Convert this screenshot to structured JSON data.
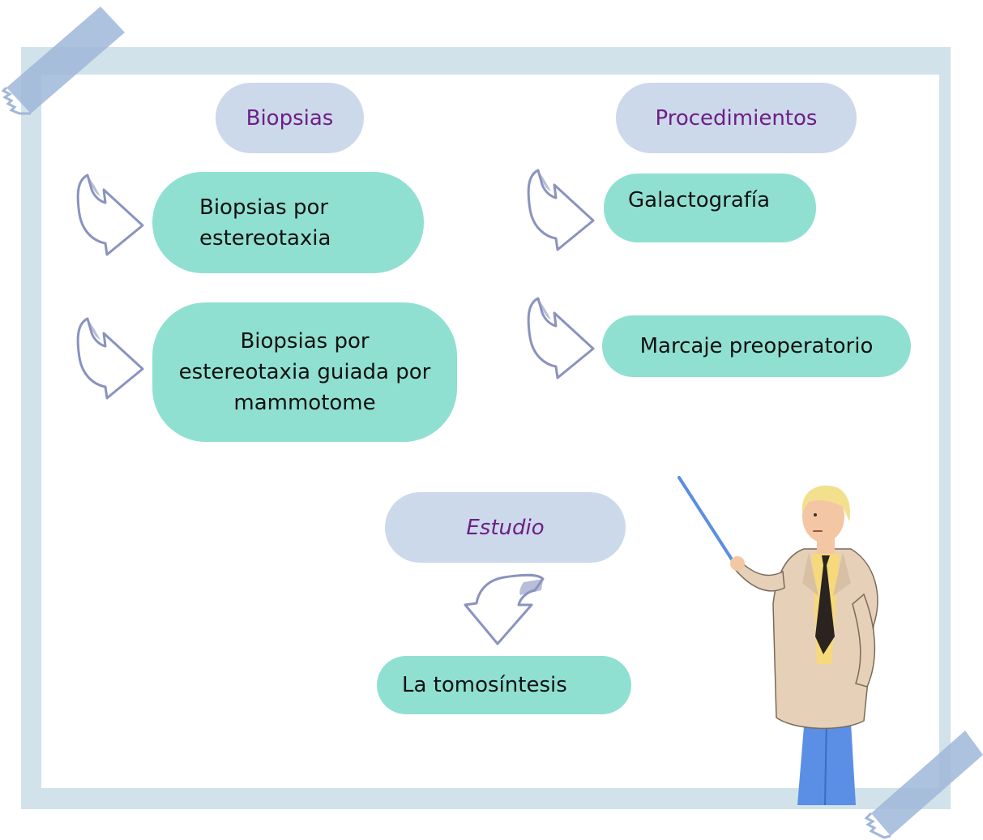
{
  "colors": {
    "frame": "#d1e2ea",
    "header_pill": "#ccd9ea",
    "header_text": "#6d1f86",
    "item_pill": "#90e0d2",
    "item_text": "#111111",
    "tape": "#9fb7d8",
    "arrow_outline": "#8a93be"
  },
  "headers": {
    "biopsias": "Biopsias",
    "procedimientos": "Procedimientos",
    "estudio": "Estudio"
  },
  "items": {
    "biopsia_estereotaxia": "Biopsias por estereotaxia",
    "biopsia_mammotome": "Biopsias por estereotaxia guiada por mammotome",
    "galactografia": "Galactografía",
    "marcaje": "Marcaje preoperatorio",
    "tomosintesis": "La tomosíntesis"
  },
  "icons": {
    "arrow": "hand-drawn-arrow-icon",
    "tape": "washi-tape-decoration",
    "presenter": "teacher-with-pointer-illustration"
  }
}
